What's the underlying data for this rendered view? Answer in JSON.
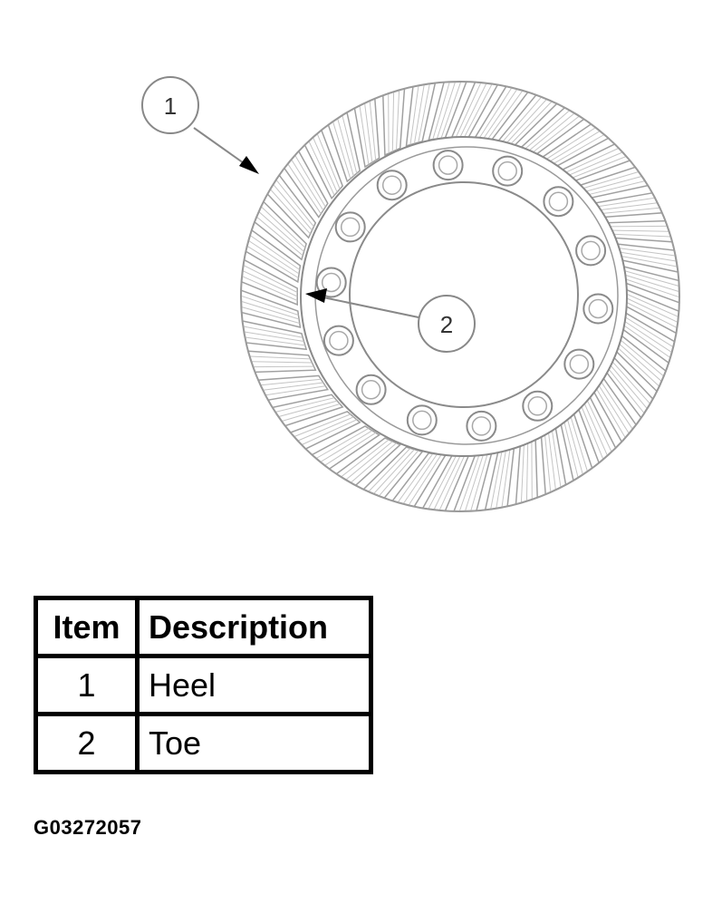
{
  "diagram": {
    "callouts": [
      {
        "number": "1"
      },
      {
        "number": "2"
      }
    ],
    "line_color": "#888888",
    "arrow_color": "#000000"
  },
  "table": {
    "headers": {
      "item": "Item",
      "description": "Description"
    },
    "rows": [
      {
        "item": "1",
        "description": "Heel"
      },
      {
        "item": "2",
        "description": "Toe"
      }
    ]
  },
  "figure_id": "G03272057"
}
